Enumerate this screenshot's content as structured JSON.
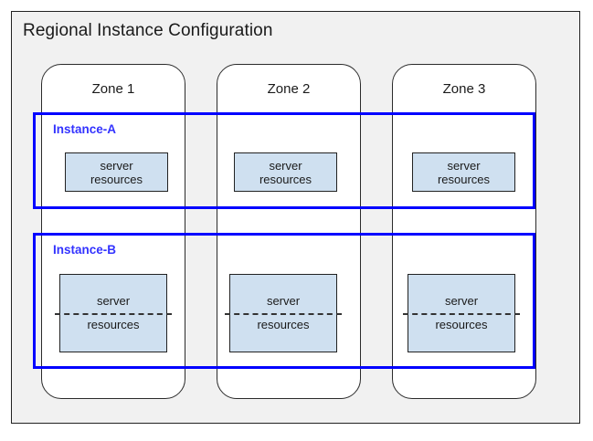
{
  "diagram": {
    "title": "Regional Instance Configuration",
    "colors": {
      "instance_border": "#0000FF",
      "instance_label": "#3333FF",
      "resource_fill": "#CFE0F0",
      "region_background": "#F1F1F1",
      "card_background": "#FFFFFF",
      "outline": "#222222"
    },
    "zones": [
      {
        "label": "Zone 1"
      },
      {
        "label": "Zone 2"
      },
      {
        "label": "Zone 3"
      }
    ],
    "instances": [
      {
        "label": "Instance-A",
        "split": false,
        "resources": [
          {
            "line1": "server",
            "line2": "resources"
          },
          {
            "line1": "server",
            "line2": "resources"
          },
          {
            "line1": "server",
            "line2": "resources"
          }
        ]
      },
      {
        "label": "Instance-B",
        "split": true,
        "resources": [
          {
            "line1": "server",
            "line2": "resources"
          },
          {
            "line1": "server",
            "line2": "resources"
          },
          {
            "line1": "server",
            "line2": "resources"
          }
        ]
      }
    ]
  }
}
